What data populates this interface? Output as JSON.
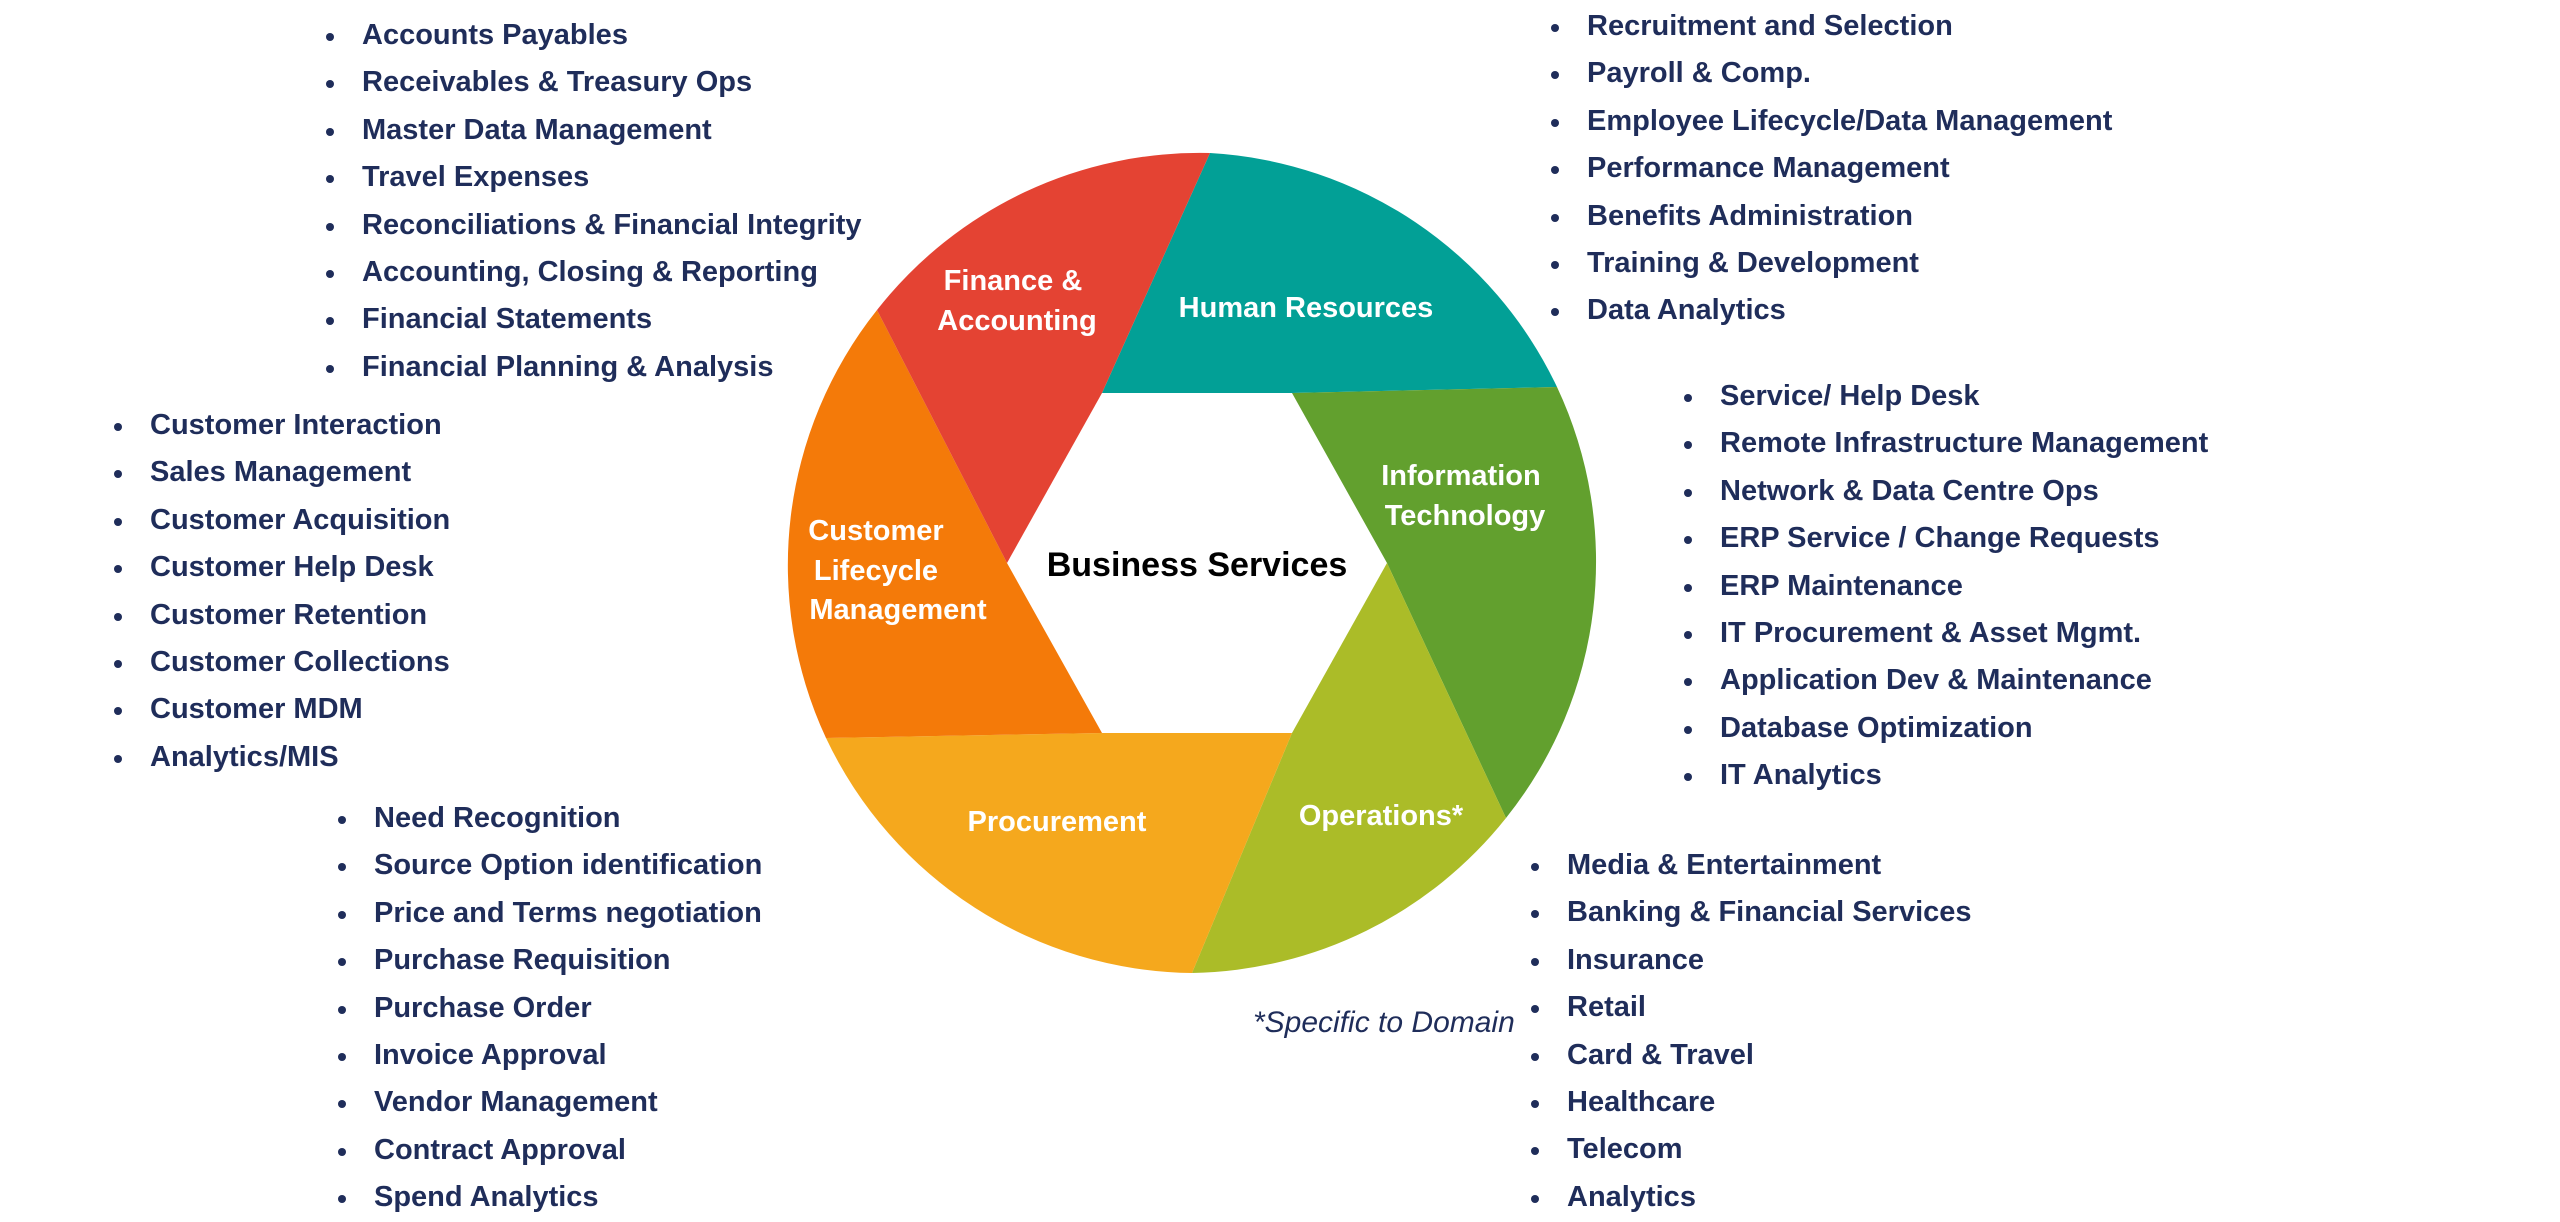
{
  "center_title": "Business Services",
  "footnote": "*Specific to Domain",
  "colors": {
    "finance": "#e44333",
    "hr": "#02a096",
    "it": "#62a02e",
    "operations": "#abbc28",
    "procurement": "#f5a81d",
    "customer": "#f47a09",
    "list_text": "#1f2d5a"
  },
  "segments": {
    "finance": [
      "Finance &",
      "Accounting"
    ],
    "hr": [
      "Human Resources"
    ],
    "it": [
      "Information",
      "Technology"
    ],
    "operations": [
      "Operations*"
    ],
    "procurement": [
      "Procurement"
    ],
    "customer": [
      "Customer",
      "Lifecycle",
      "Management"
    ]
  },
  "lists": {
    "finance": [
      "Accounts Payables",
      "Receivables & Treasury Ops",
      "Master Data Management",
      "Travel Expenses",
      "Reconciliations & Financial Integrity",
      "Accounting, Closing & Reporting",
      "Financial Statements",
      "Financial Planning & Analysis"
    ],
    "hr": [
      "Recruitment and Selection",
      "Payroll & Comp.",
      "Employee Lifecycle/Data Management",
      "Performance Management",
      "Benefits Administration",
      "Training & Development",
      "Data Analytics"
    ],
    "customer": [
      "Customer Interaction",
      "Sales Management",
      "Customer Acquisition",
      "Customer Help Desk",
      "Customer  Retention",
      "Customer Collections",
      "Customer MDM",
      "Analytics/MIS"
    ],
    "it": [
      "Service/ Help Desk",
      "Remote Infrastructure Management",
      "Network & Data Centre  Ops",
      "ERP Service / Change Requests",
      "ERP Maintenance",
      "IT Procurement & Asset Mgmt.",
      "Application Dev & Maintenance",
      "Database Optimization",
      "IT Analytics"
    ],
    "procurement": [
      "Need Recognition",
      "Source Option identification",
      "Price and Terms negotiation",
      "Purchase Requisition",
      "Purchase Order",
      "Invoice Approval",
      "Vendor Management",
      "Contract Approval",
      "Spend Analytics"
    ],
    "operations": [
      "Media & Entertainment",
      "Banking & Financial Services",
      "Insurance",
      "Retail",
      "Card & Travel",
      "Healthcare",
      "Telecom",
      "Analytics"
    ]
  }
}
